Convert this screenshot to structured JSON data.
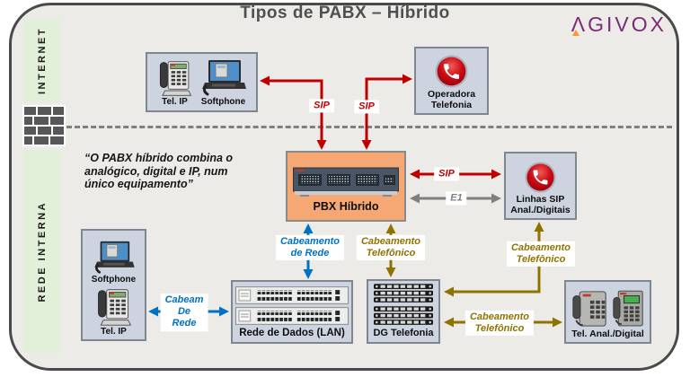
{
  "title": "Tipos de PABX – Híbrido",
  "logo": {
    "initial": "Λ",
    "rest": "GIVOX",
    "color": "#7B2A78",
    "accent": "#F59B2C"
  },
  "zones": {
    "internet": "INTERNET",
    "internal": "REDE INTERNA"
  },
  "quote": {
    "lines": [
      "“O PABX híbrido combina o",
      "analógico, digital e IP, num",
      "único equipamento”"
    ]
  },
  "nodes": {
    "ip_endpoints_top": {
      "tel_ip": "Tel. IP",
      "softphone": "Softphone"
    },
    "operadora": {
      "lines": [
        "Operadora",
        "Telefonia"
      ]
    },
    "pbx": {
      "label": "PBX Híbrido"
    },
    "linhas_sip": {
      "lines": [
        "Linhas SIP",
        "Anal./Digitais"
      ]
    },
    "ip_endpoints_internal": {
      "softphone": "Softphone",
      "tel_ip": "Tel. IP"
    },
    "lan": {
      "label": "Rede de Dados (LAN)"
    },
    "dg": {
      "label": "DG Telefonia"
    },
    "tel_anal": {
      "label": "Tel. Anal./Digital"
    }
  },
  "connectors": {
    "sip_top_left": "SIP",
    "sip_top_right": "SIP",
    "sip_trunk": "SIP",
    "e1": "E1",
    "cab_rede_vertical": {
      "lines": [
        "Cabeamento",
        "de Rede"
      ]
    },
    "cab_tel_vertical": {
      "lines": [
        "Cabeamento",
        "Telefônico"
      ]
    },
    "cabeam_de_rede": {
      "lines": [
        "Cabeam",
        "De",
        "Rede"
      ]
    },
    "cab_tel_linhas": {
      "lines": [
        "Cabeamento",
        "Telefônico"
      ]
    },
    "cab_tel_dg": {
      "lines": [
        "Cabeamento",
        "Telefônico"
      ]
    }
  },
  "colors": {
    "sip_red": "#C00000",
    "e1_gray": "#7F7F7F",
    "network_blue": "#0070C0",
    "telephony_olive": "#8F7300",
    "box_fill": "#CDD4E0",
    "pbx_fill": "#F5A873",
    "zone_green": "#E2EFD9",
    "frame_bg": "#EDEBE8"
  }
}
